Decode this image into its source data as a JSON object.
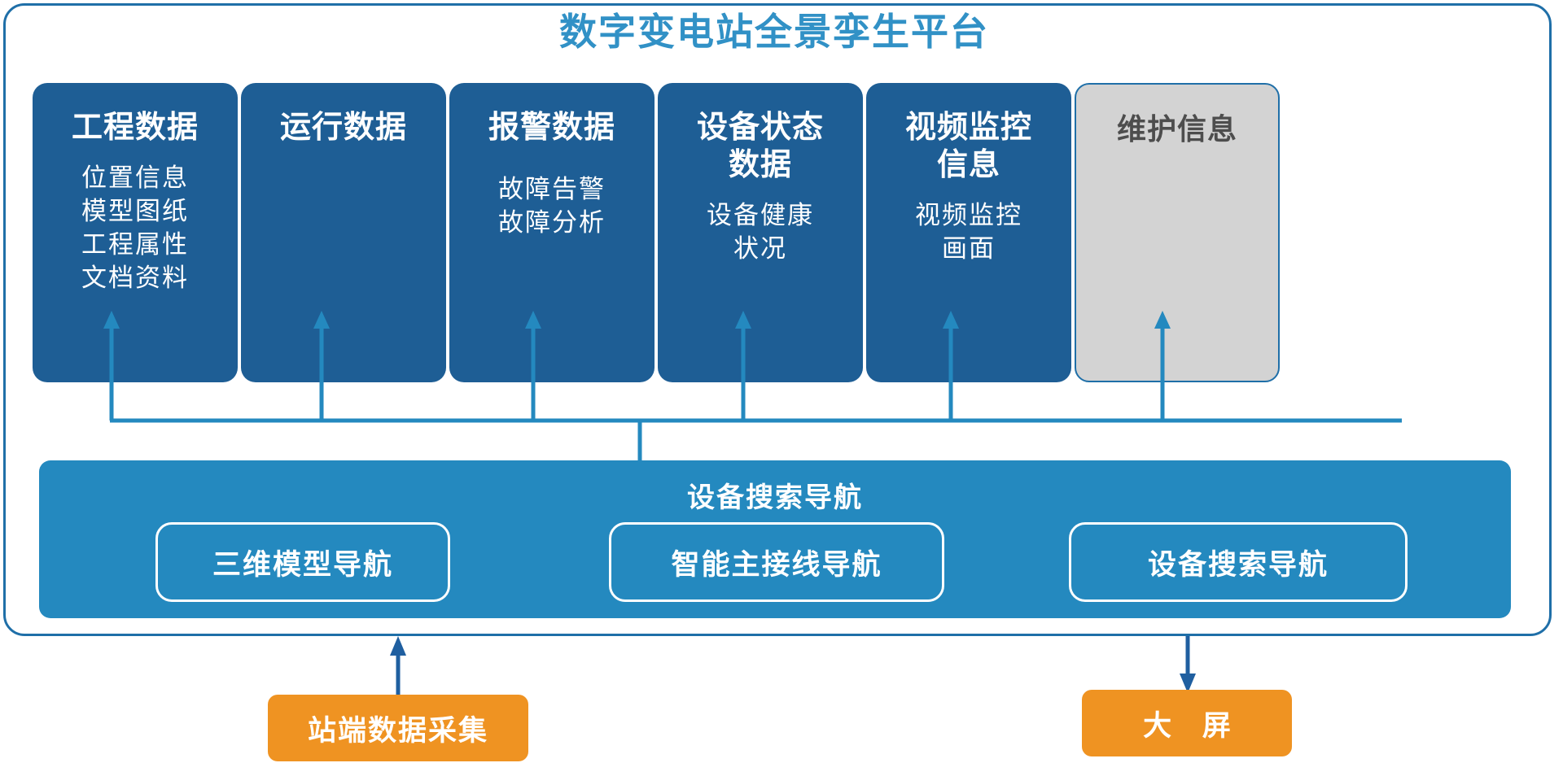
{
  "platform": {
    "title": "数字变电站全景孪生平台",
    "title_color": "#3191C6",
    "frame_border_color": "#1F6FA8"
  },
  "cards": [
    {
      "id": "engineering-data",
      "title": "工程数据",
      "items": [
        "位置信息",
        "模型图纸",
        "工程属性",
        "文档资料"
      ],
      "bg": "#1E5E95",
      "text_color": "#FFFFFF",
      "state": "active"
    },
    {
      "id": "operation-data",
      "title": "运行数据",
      "items": [],
      "bg": "#1E5E95",
      "text_color": "#FFFFFF",
      "state": "active"
    },
    {
      "id": "alarm-data",
      "title": "报警数据",
      "items": [
        "故障告警",
        "故障分析"
      ],
      "bg": "#1E5E95",
      "text_color": "#FFFFFF",
      "state": "active"
    },
    {
      "id": "device-status-data",
      "title": "设备状态\n数据",
      "items": [
        "设备健康",
        "状况"
      ],
      "bg": "#1E5E95",
      "text_color": "#FFFFFF",
      "state": "active"
    },
    {
      "id": "video-monitoring-info",
      "title": "视频监控\n信息",
      "items": [
        "视频监控",
        "画面"
      ],
      "bg": "#1E5E95",
      "text_color": "#FFFFFF",
      "state": "active"
    },
    {
      "id": "maintenance-info",
      "title": "维护信息",
      "items": [],
      "bg": "#D3D3D3",
      "text_color": "#4D4D4D",
      "state": "disabled"
    }
  ],
  "nav_band": {
    "title": "设备搜索导航",
    "bg": "#2489BF",
    "pills": [
      {
        "id": "3d-model-nav",
        "label": "三维模型导航"
      },
      {
        "id": "smart-main-wiring-nav",
        "label": "智能主接线导航"
      },
      {
        "id": "device-search-nav",
        "label": "设备搜索导航"
      }
    ]
  },
  "bottom_boxes": [
    {
      "id": "station-data-acquisition",
      "label": "站端数据采集",
      "bg": "#EF9322",
      "direction": "up"
    },
    {
      "id": "large-screen",
      "label": "大 屏",
      "bg": "#EF9322",
      "direction": "down"
    }
  ],
  "connectors": {
    "bus_color": "#2489BF",
    "arrow_color": "#2489BF",
    "bottom_arrow_color": "#1F5FA0"
  }
}
